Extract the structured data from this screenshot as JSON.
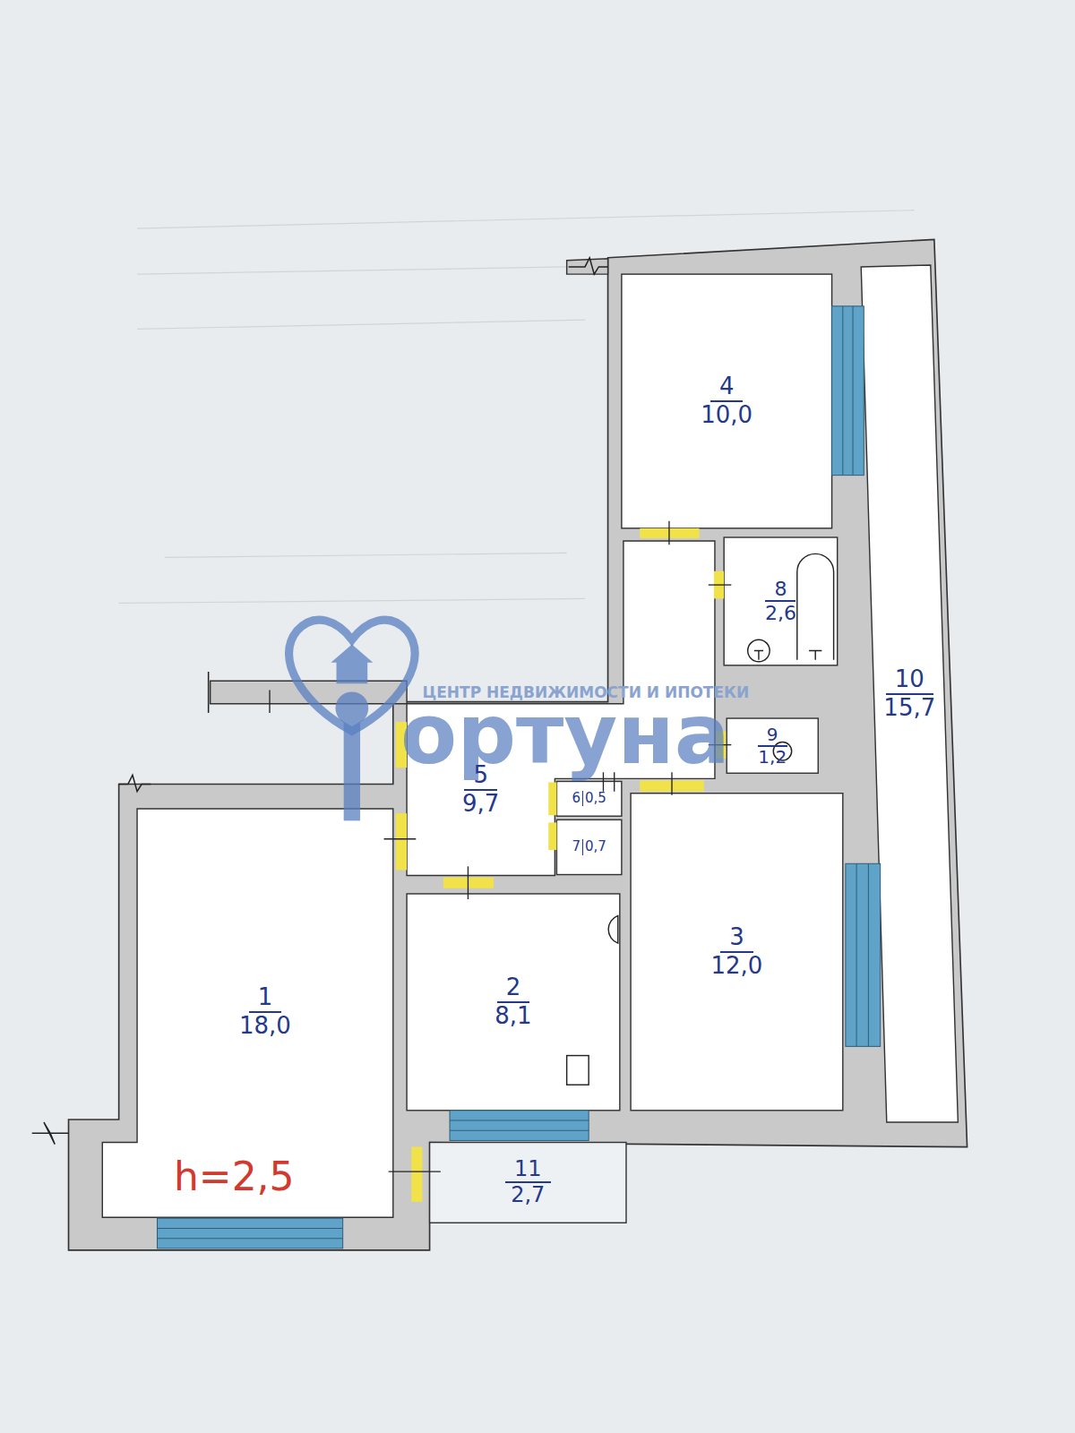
{
  "diagram": {
    "nodes": [
      {
        "text": [
          "1",
          "18,0"
        ]
      },
      {
        "text": [
          "2",
          "8,1"
        ]
      },
      {
        "text": [
          "3",
          "12,0"
        ]
      },
      {
        "text": [
          "4",
          "10,0"
        ]
      },
      {
        "text": [
          "5",
          "9,7"
        ]
      },
      {
        "text": [
          "6",
          "0,5"
        ]
      },
      {
        "text": [
          "7",
          "0,7"
        ]
      },
      {
        "text": [
          "8",
          "2,6"
        ]
      },
      {
        "text": [
          "9",
          "1,2"
        ]
      },
      {
        "text": [
          "10",
          "15,7"
        ]
      },
      {
        "text": [
          "11",
          "2,7"
        ]
      }
    ],
    "labels": [
      "h=2,5",
      "ЦЕНТР НЕДВИЖИМОСТИ И ИПОТЕКИ",
      "ортуна"
    ]
  }
}
